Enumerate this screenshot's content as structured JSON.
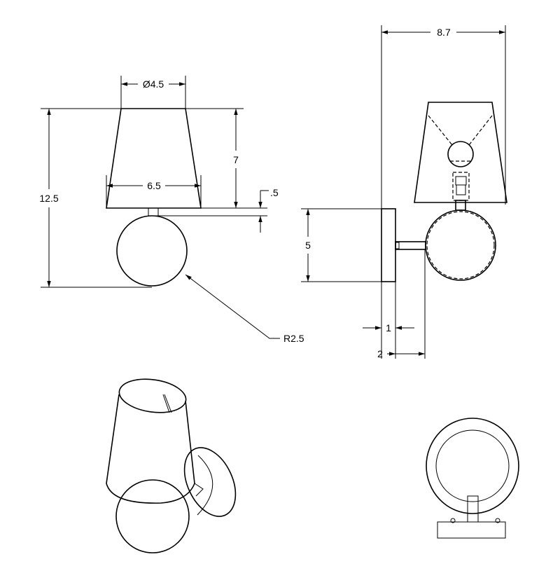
{
  "dimensions": {
    "shade_top_diameter": "Ø4.5",
    "shade_bottom_width": "6.5",
    "overall_height": "12.5",
    "shade_height": "7",
    "neck_gap": ".5",
    "globe_radius": "R2.5",
    "overall_depth": "8.7",
    "backplate_height": "5",
    "backplate_depth": "1",
    "arm_length": "2"
  },
  "colors": {
    "line": "#000000",
    "background": "#ffffff"
  }
}
